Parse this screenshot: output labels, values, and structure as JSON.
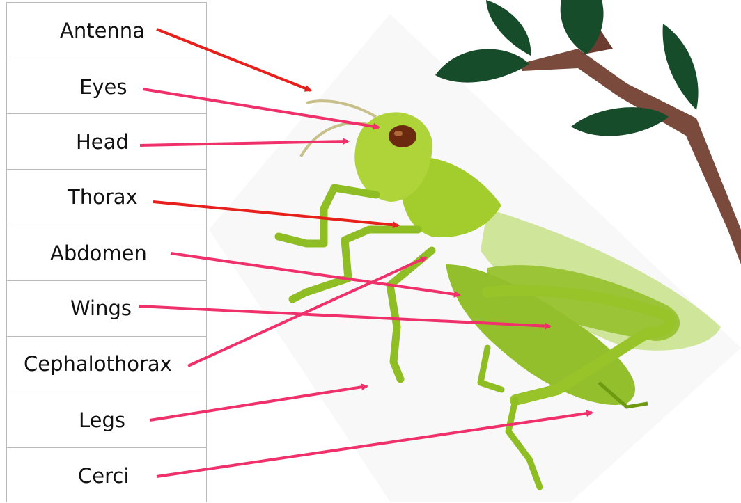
{
  "labels": [
    {
      "id": "antenna",
      "text": "Antenna"
    },
    {
      "id": "eyes",
      "text": "Eyes"
    },
    {
      "id": "head",
      "text": "Head"
    },
    {
      "id": "thorax",
      "text": "Thorax"
    },
    {
      "id": "abdomen",
      "text": "Abdomen"
    },
    {
      "id": "wings",
      "text": "Wings"
    },
    {
      "id": "cephalothorax",
      "text": "Cephalothorax"
    },
    {
      "id": "legs",
      "text": "Legs"
    },
    {
      "id": "cerci",
      "text": "Cerci"
    }
  ],
  "colors": {
    "arrow_red": "#e8201c",
    "arrow_pink": "#f0306a",
    "grasshopper_body": "#a3cd2c",
    "grasshopper_dark": "#6e9a12",
    "leaf": "#174c2a",
    "branch": "#7a4a3c",
    "eye": "#6b2a10"
  }
}
